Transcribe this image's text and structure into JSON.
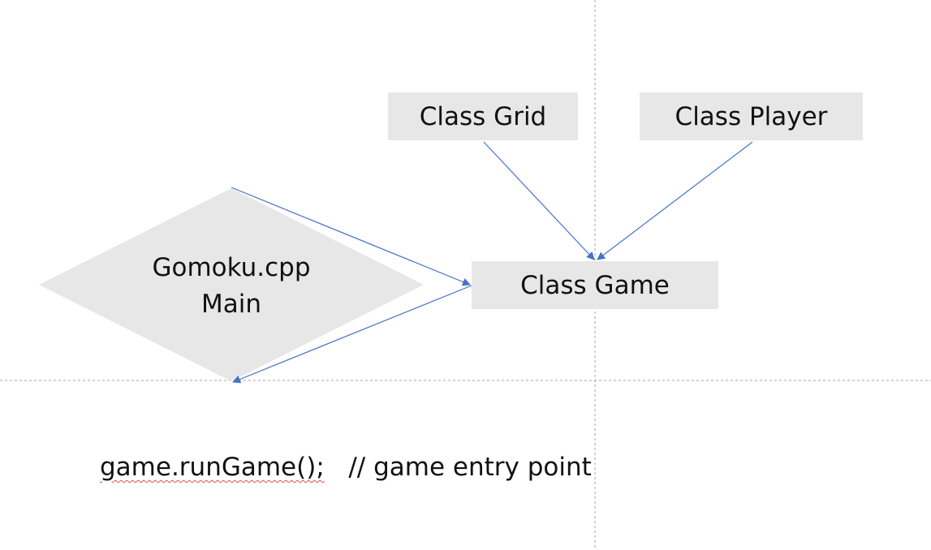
{
  "nodes": {
    "grid": "Class Grid",
    "player": "Class Player",
    "game": "Class Game",
    "main_line1": "Gomoku.cpp",
    "main_line2": "Main"
  },
  "code": {
    "call": "game.runGame();",
    "separator": "   ",
    "comment": "// game entry point"
  },
  "colors": {
    "node_fill": "#e7e7e7",
    "arrow": "#4472c4",
    "guide": "#a6a6a6",
    "spellcheck": "#d9534f"
  }
}
